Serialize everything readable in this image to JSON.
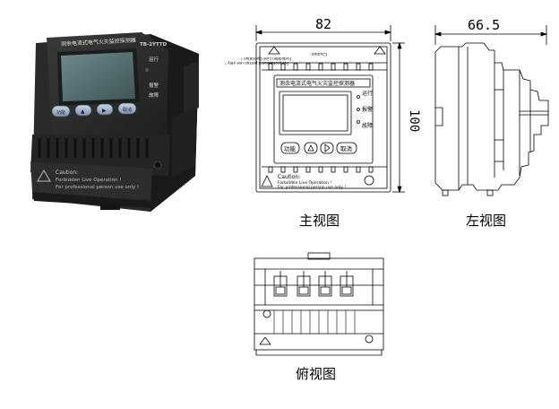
{
  "photo": {
    "brand_text": "测余电流式电气火灾监控探测器",
    "model": "TB-2YTTD",
    "led_run": "运行",
    "led_alarm": "报警",
    "led_fault": "故障",
    "buttons": [
      "功能",
      "▲",
      "▶",
      "取消"
    ],
    "caution_title": "Caution:",
    "caution_line1": "Forbidden Live Operation !",
    "caution_line2": "For professional person use only !"
  },
  "front_view": {
    "width_dim": "82",
    "height_dim": "100",
    "title_text": "测余电流式电气火灾监控探测器",
    "led_run": "运行",
    "led_alarm": "报警",
    "led_fault": "故障",
    "btn_func": "功能",
    "btn_cancel": "取消",
    "caution_title": "Caution:",
    "caution_line1": "Forbidden Live Operation !",
    "caution_line2": "For professional person use only !",
    "label": "主视图"
  },
  "left_view": {
    "width_dim": "66.5",
    "label": "左视图"
  },
  "top_view": {
    "label": "俯视图"
  }
}
